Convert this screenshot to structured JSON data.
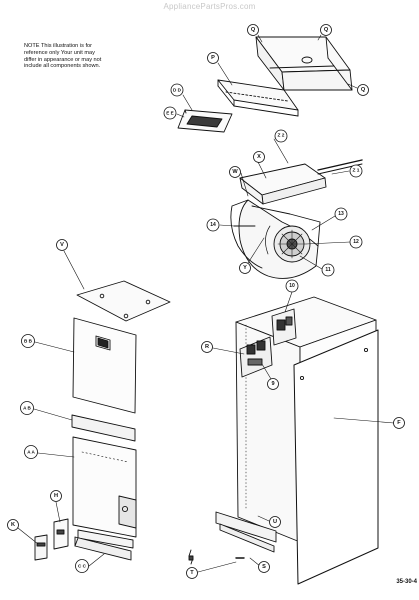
{
  "watermark": "AppliancePartsPros.com",
  "note": {
    "lines": [
      "NOTE    This illustration is for",
      "reference only   Your unit may",
      "differ in appearance or may not",
      "include all components shown."
    ]
  },
  "document_number": "35-30-4",
  "callouts": {
    "Q1": "Q",
    "Q2": "Q",
    "Q3": "Q",
    "P": "P",
    "DD": "D D",
    "EE": "E E",
    "Z2": "Z 2",
    "Z1": "Z 1",
    "X": "X",
    "W": "W",
    "n14": "14",
    "n13": "13",
    "n12": "12",
    "n11": "11",
    "Y": "Y",
    "V": "V",
    "BB": "B B",
    "AB": "A B",
    "AA": "A A",
    "H": "H",
    "K": "K",
    "CC": "C C",
    "n10": "10",
    "R": "R",
    "n9": "9",
    "F": "F",
    "U": "U",
    "S": "S",
    "T": "T"
  }
}
